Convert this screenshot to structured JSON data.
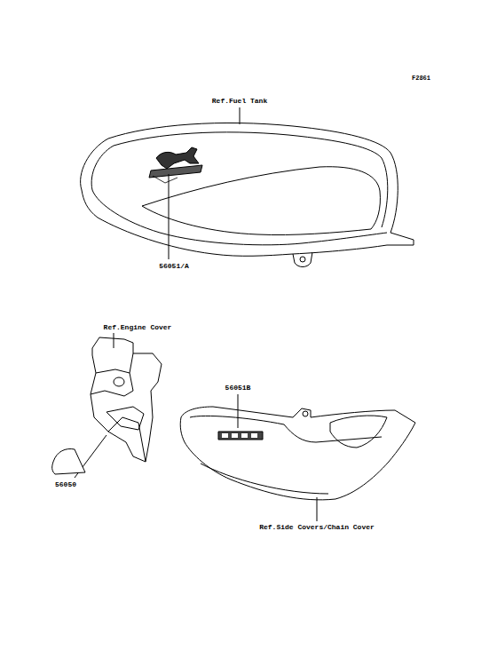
{
  "diagram": {
    "labels": [
      "F2861",
      "Ref.Fuel Tank",
      "56051/A",
      "Ref.Engine Cover",
      "56051B",
      "56050",
      "Ref.Side Covers/Chain Cover"
    ]
  }
}
